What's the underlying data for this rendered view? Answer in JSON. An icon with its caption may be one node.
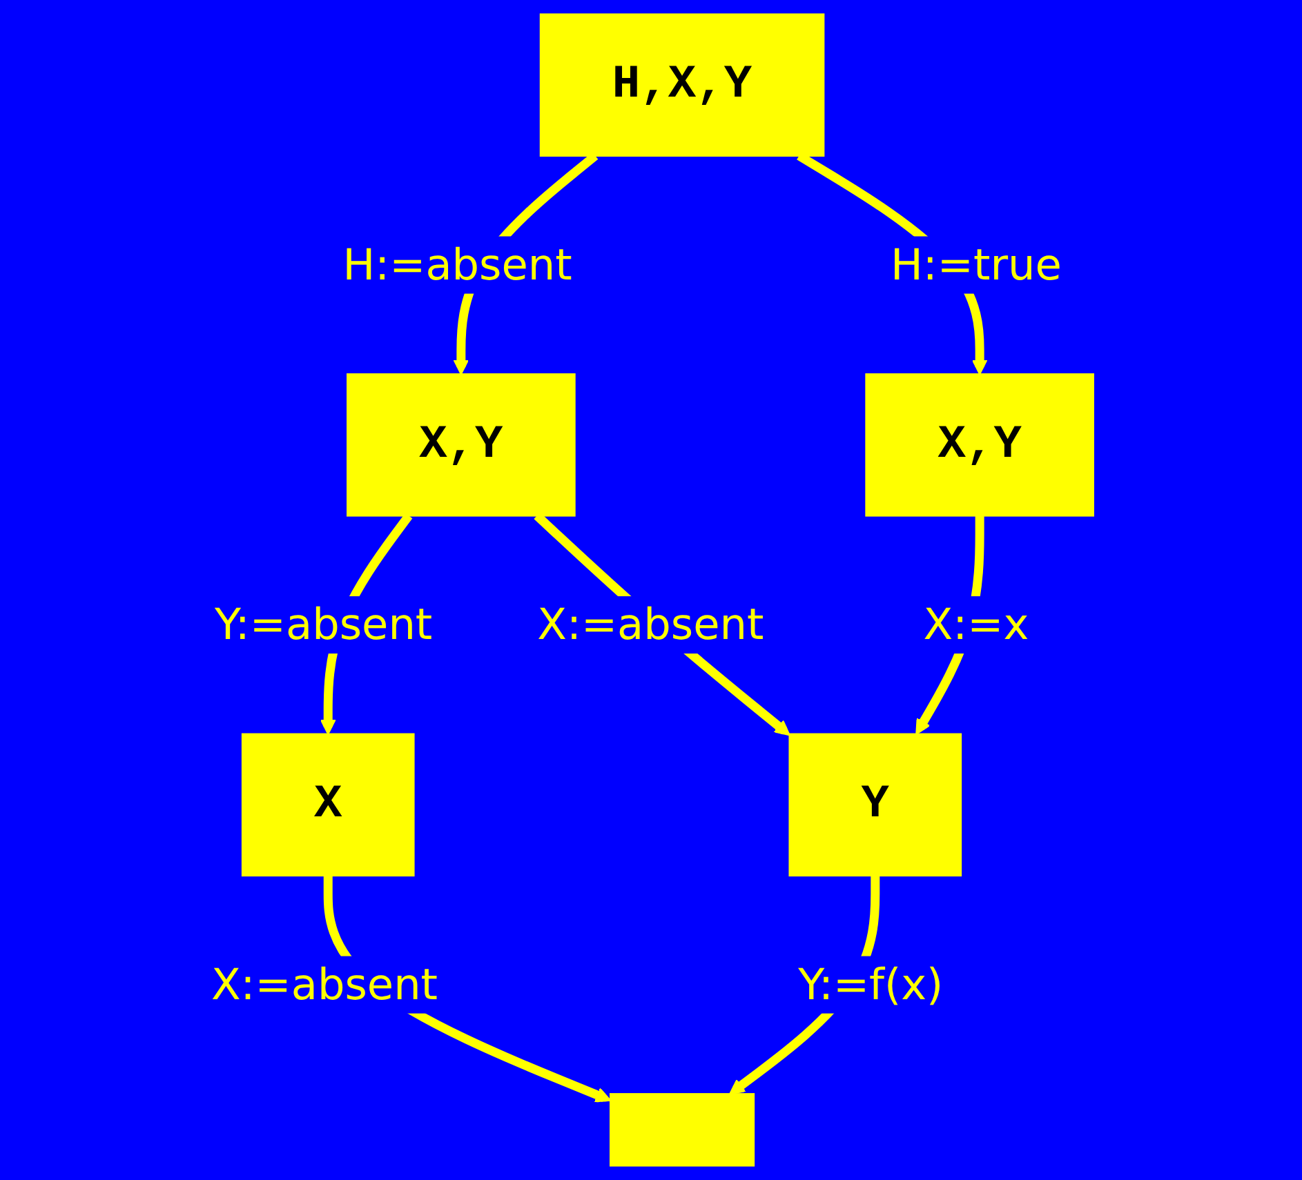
{
  "diagram": {
    "nodes": [
      {
        "text": [
          "H,X,Y"
        ]
      },
      {
        "text": [
          "X,Y"
        ]
      },
      {
        "text": [
          "X,Y"
        ]
      },
      {
        "text": [
          "X"
        ]
      },
      {
        "text": [
          "Y"
        ]
      },
      {
        "text": [],
        "shape": "box"
      }
    ],
    "edges": [
      {
        "from": 0,
        "to": 1,
        "arrow": "to",
        "label": "H:=absent"
      },
      {
        "from": 0,
        "to": 2,
        "arrow": "to",
        "label": "H:=true"
      },
      {
        "from": 1,
        "to": 3,
        "arrow": "to",
        "label": "Y:=absent"
      },
      {
        "from": 1,
        "to": 4,
        "arrow": "to",
        "label": "X:=absent"
      },
      {
        "from": 2,
        "to": 4,
        "arrow": "to",
        "label": "X:=x"
      },
      {
        "from": 3,
        "to": 5,
        "arrow": "to",
        "label": "X:=absent"
      },
      {
        "from": 4,
        "to": 5,
        "arrow": "to",
        "label": "Y:=f(x)"
      }
    ]
  }
}
